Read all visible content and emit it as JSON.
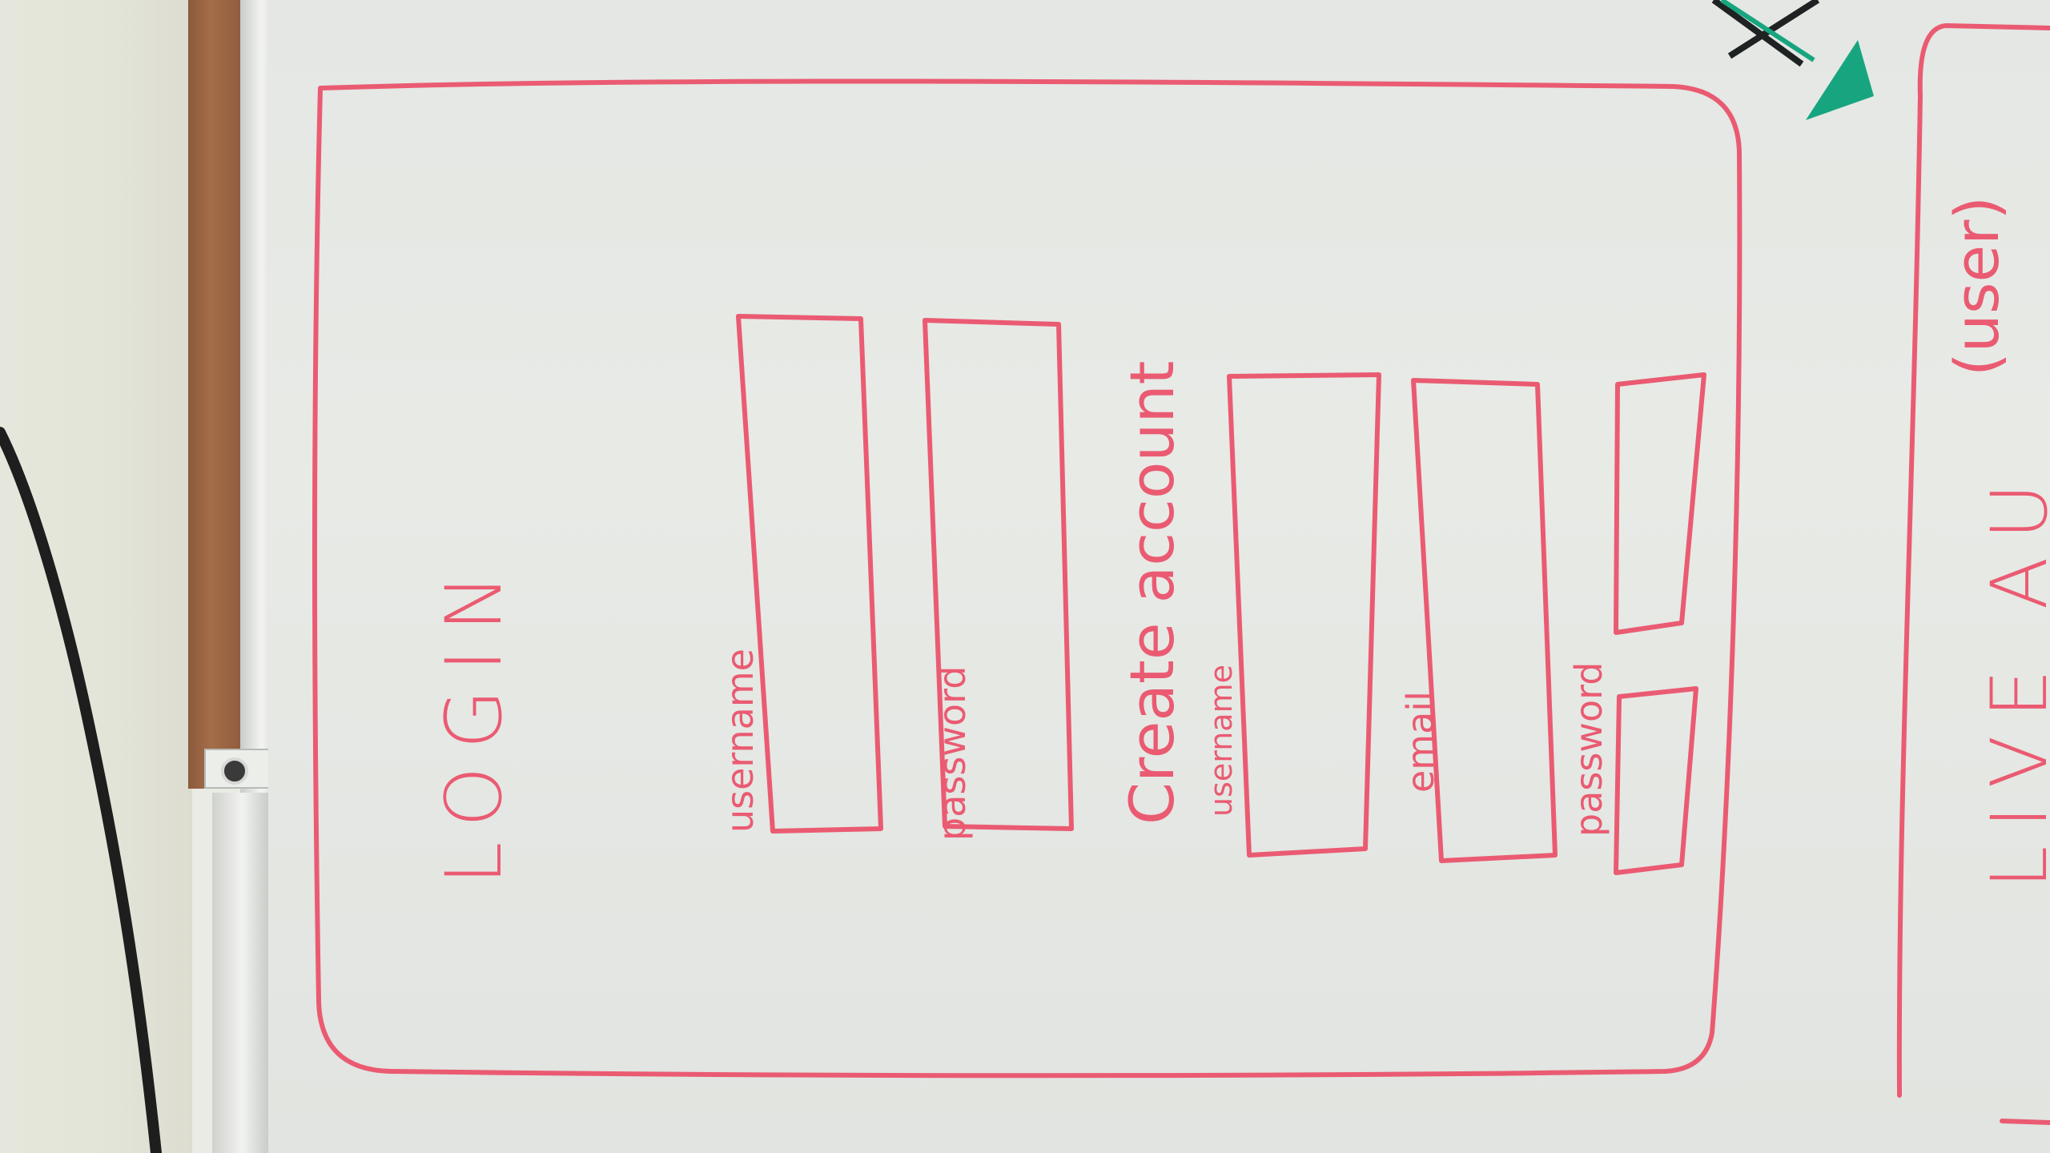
{
  "whiteboard": {
    "login_frame": {
      "title": "LOGIN",
      "login_section": {
        "username_label": "username",
        "password_label": "password"
      },
      "create_account_section": {
        "heading": "Create account",
        "username_label": "username",
        "email_label": "email",
        "password_label": "password"
      }
    },
    "next_frame": {
      "heading_partial": "LIVE AU",
      "note": "(user)"
    }
  },
  "colors": {
    "marker_red": "#ea5b72",
    "marker_green": "#17a57f",
    "board": "#e6e9e5",
    "cork": "#9b6543"
  },
  "icons": {
    "marker_cap": "green-marker-icon"
  }
}
